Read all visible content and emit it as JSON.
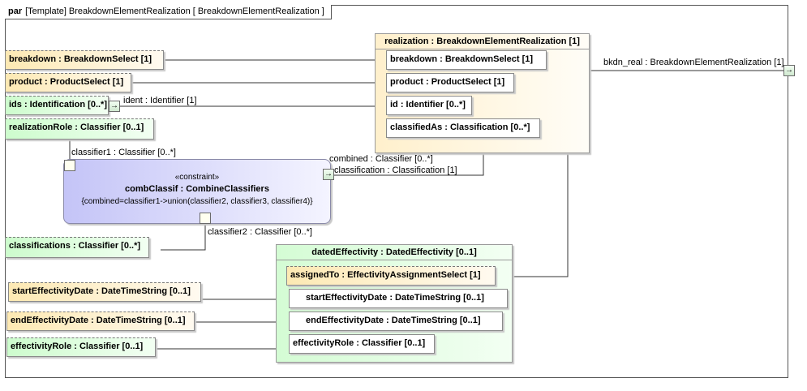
{
  "frame": {
    "keyword": "par",
    "title": "[Template] BreakdownElementRealization [ BreakdownElementRealization ]"
  },
  "left_properties": {
    "breakdown": "breakdown : BreakdownSelect [1]",
    "product": "product : ProductSelect [1]",
    "ids": "ids : Identification [0..*]",
    "realization_role": "realizationRole : Classifier [0..1]",
    "classifications": "classifications : Classifier [0..*]",
    "start_date": "startEffectivityDate : DateTimeString [0..1]",
    "end_date": "endEffectivityDate : DateTimeString [0..1]",
    "effectivity_role": "effectivityRole : Classifier [0..1]"
  },
  "realization": {
    "title": "realization : BreakdownElementRealization [1]",
    "parts": [
      "breakdown : BreakdownSelect [1]",
      "product : ProductSelect [1]",
      "id : Identifier [0..*]",
      "classifiedAs : Classification [0..*]"
    ]
  },
  "constraint": {
    "stereotype": "«constraint»",
    "name": "combClassif : CombineClassifiers",
    "expression": "{combined=classifier1->union(classifier2, classifier3, classifier4)}"
  },
  "dated_effectivity": {
    "title": "datedEffectivity : DatedEffectivity [0..1]",
    "parts": [
      "assignedTo : EffectivityAssignmentSelect [1]",
      "startEffectivityDate : DateTimeString [0..1]",
      "endEffectivityDate : DateTimeString [0..1]",
      "effectivityRole : Classifier [0..1]"
    ]
  },
  "connector_labels": {
    "bkdn_real": "bkdn_real : BreakdownElementRealization [1]",
    "ident": "ident : Identifier [1]",
    "classifier1": "classifier1 : Classifier [0..*]",
    "combined": "combined : Classifier [0..*]",
    "classification": "classification : Classification [1]",
    "classifier2": "classifier2 : Classifier [0..*]"
  },
  "colors": {
    "orange_fill": "#fde9b3",
    "green_fill": "#cdfccd",
    "constraint_fill": "#c4c4f7",
    "line": "#333333"
  },
  "icons": {
    "port_arrow": "→"
  }
}
